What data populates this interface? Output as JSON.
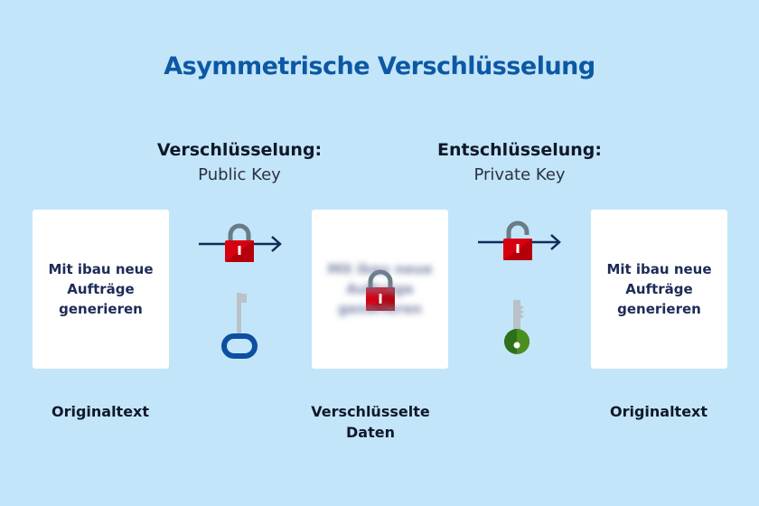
{
  "title": "Asymmetrische Verschlüsselung",
  "encryption": {
    "heading": "Verschlüsselung:",
    "key": "Public Key"
  },
  "decryption": {
    "heading": "Entschlüsselung:",
    "key": "Private Key"
  },
  "cards": {
    "original": "Mit ibau neue Aufträge generieren",
    "encrypted": "Mit ibau neue Aufträge generieren",
    "result": "Mit ibau neue Aufträge generieren"
  },
  "captions": {
    "original": "Originaltext",
    "encrypted": "Verschlüsselte Daten",
    "result": "Originaltext"
  },
  "colors": {
    "lock": "#d7000f",
    "arrow": "#102a5a",
    "public_key": "#0d4fa0",
    "private_key": "#2e7d1a"
  }
}
